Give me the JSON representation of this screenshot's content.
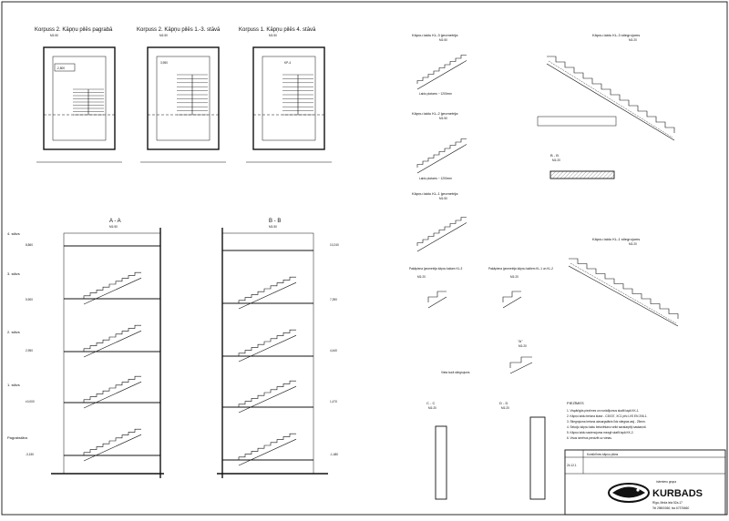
{
  "plans": [
    {
      "title": "Korpuss 2. Kāpņu pilēs pagrabā",
      "scale": "M1:50",
      "tag": "-2,800"
    },
    {
      "title": "Korpuss 2. Kāpņu pilēs 1.-3. stāvā",
      "scale": "M1:50",
      "tag": "3,950"
    },
    {
      "title": "Korpuss 1. Kāpņu pilēs 4. stāvā",
      "scale": "M1:50",
      "tag": "KP-4"
    }
  ],
  "sections": [
    {
      "title": "A - A",
      "scale": "M1:50"
    },
    {
      "title": "B - B",
      "scale": "M1:50"
    }
  ],
  "floors": [
    "4. stāvs",
    "3. stāvs",
    "2. stāvs",
    "1. stāvs",
    "Pagrabstāvs"
  ],
  "elev_left": [
    "8,860",
    "5,900",
    "2,950",
    "±0,000",
    "-3,150"
  ],
  "elev_right": [
    "10,240",
    "7,390",
    "4,440",
    "1,470",
    "-1,480"
  ],
  "geometry": [
    {
      "title": "Kāpņu laidu KL-3 ģeometrija",
      "scale": "M1:50",
      "note": "Laidu platums ~ 1200mm"
    },
    {
      "title": "Kāpņu laidu KL-2 ģeometrija",
      "scale": "M1:50",
      "note": "Laidu platums ~ 1200mm"
    },
    {
      "title": "Kāpņu laidu KL-1 ģeometrija",
      "scale": "M1:50"
    }
  ],
  "reinforce": [
    {
      "title": "Kāpņu laidu KL-3 stiegrojums",
      "scale": "M1:20"
    },
    {
      "title": "Kāpņu laidu KL-1 stiegrojums",
      "scale": "M1:20"
    }
  ],
  "section_bb_small": {
    "title": "B - B",
    "scale": "M1:20"
  },
  "landing": [
    {
      "title": "Pakāpiena ģeometrija kāpņu laidam KL-3",
      "scale": "M1:20"
    },
    {
      "title": "Pakāpiena ģeometrija kāpņu laidiem KL-1 un KL-2",
      "scale": "M1:20"
    }
  ],
  "detail_a": {
    "title": "\"A\"",
    "scale": "M1:20",
    "note": "Vieta kurā stiegrojums"
  },
  "detail_cc": {
    "title": "C - C",
    "scale": "M1:20"
  },
  "detail_dd": {
    "title": "D - D",
    "scale": "M1:20"
  },
  "notes": {
    "heading": "PIEZĪMES",
    "lines": [
      "1. Vispārīgās piezīmes un norādījumus skatīt lapā KK-1.",
      "2. Kāpņu laidu betona klase - C30/37, XC1 pēc LVS EN 206-1.",
      "3. Stiegrojuma betona aizsargslānis līdz stiegras asij - 25mm.",
      "4. Sekciju kāpņu laidu betonēšanu veikt savstarpēji saskaņoti.",
      "5. Kāpņu laidu savienojuma mezgli skatīt lapā KK-2.",
      "6. Visus izmērus precizēt uz vietas."
    ]
  },
  "stamp": {
    "group": "inženieru grupa",
    "brand": "KURBADS",
    "address": "Rīga, Meža iela 52a-17",
    "phone": "Tel 29800060; fax 67376660",
    "sheet_code": "24.12.1",
    "title_line": "Kontūrlīnes kāpņu plāns"
  }
}
